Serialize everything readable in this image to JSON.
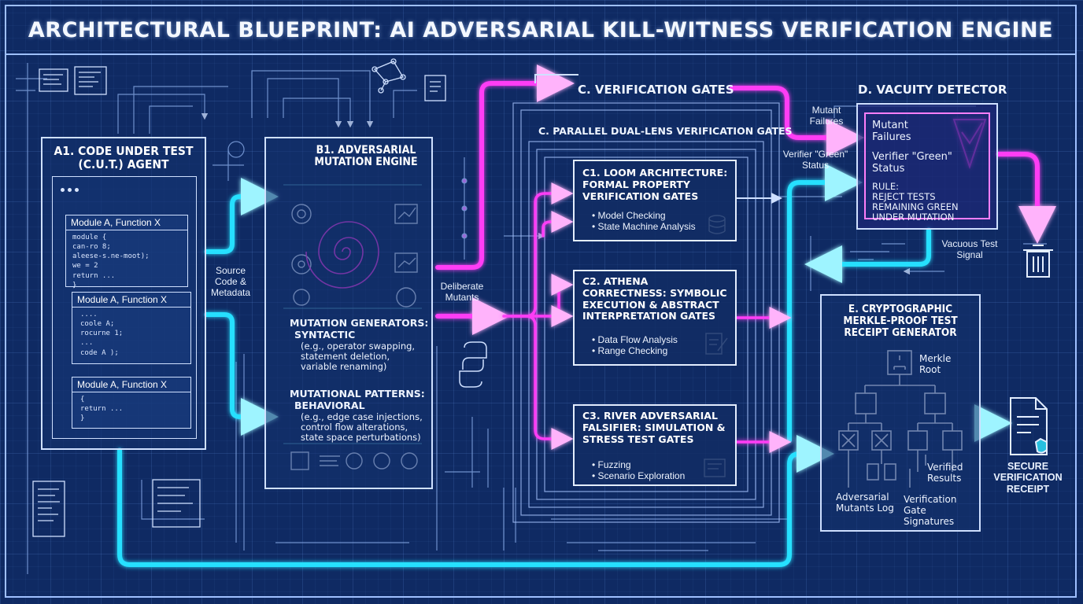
{
  "title": "ARCHITECTURAL BLUEPRINT: AI ADVERSARIAL KILL-WITNESS VERIFICATION ENGINE",
  "colors": {
    "cyan": "#28e0ff",
    "magenta": "#ff3df5",
    "line": "#cfe0ff",
    "background": "#0f2a63"
  },
  "cut_agent": {
    "title": "A1. CODE UNDER TEST (C.U.T.) AGENT",
    "modules": [
      {
        "header": "Module A, Function X",
        "code": [
          "module {",
          "  can-ro 8;",
          "  aleese-s.ne-moot);",
          "  we = 2",
          "  return ...",
          "}"
        ]
      },
      {
        "header": "Module A, Function X",
        "code": [
          "....",
          "  coole A;",
          "  rocurne 1;",
          "  ...",
          "  code A );"
        ]
      },
      {
        "header": "Module A, Function X",
        "code": [
          "{",
          "  return ...",
          "}"
        ]
      }
    ]
  },
  "source_label": "Source Code & Metadata",
  "mutation_engine": {
    "title": "B1. ADVERSARIAL MUTATION ENGINE",
    "generators_title": "MUTATION GENERATORS:",
    "generators_subtitle": "SYNTACTIC",
    "generators_text": "(e.g., operator swapping, statement deletion, variable renaming)",
    "patterns_title": "MUTATIONAL PATTERNS:",
    "patterns_subtitle": "BEHAVIORAL",
    "patterns_text": "(e.g., edge case injections, control flow alterations, state space perturbations)"
  },
  "deliberate_mutants_label": "Deliberate Mutants",
  "verification_gates": {
    "title": "C. VERIFICATION GATES",
    "inner_title": "C. PARALLEL DUAL-LENS VERIFICATION GATES",
    "gates": [
      {
        "title": "C1. LOOM ARCHITECTURE: FORMAL PROPERTY VERIFICATION GATES",
        "bullets": [
          "Model Checking",
          "State Machine Analysis"
        ],
        "icon": "database-icon"
      },
      {
        "title": "C2. ATHENA CORRECTNESS: SYMBOLIC EXECUTION & ABSTRACT INTERPRETATION GATES",
        "bullets": [
          "Data Flow Analysis",
          "Range Checking"
        ],
        "icon": "document-edit-icon"
      },
      {
        "title": "C3. RIVER ADVERSARIAL FALSIFIER: SIMULATION & STRESS TEST GATES",
        "bullets": [
          "Fuzzing",
          "Scenario Exploration"
        ],
        "icon": "monitor-icon"
      }
    ]
  },
  "mutant_failures_label": "Mutant Failures",
  "verifier_green_label": "Verifier \"Green\" Status",
  "vacuity": {
    "title": "D. VACUITY DETECTOR",
    "mutant_failures": "Mutant Failures",
    "verifier_green": "Verifier \"Green\" Status",
    "rule_title": "RULE:",
    "rule_text": "REJECT TESTS REMAINING GREEN UNDER MUTATION"
  },
  "vacuous_label": "Vacuous Test Signal",
  "merkle": {
    "title": "E. CRYPTOGRAPHIC MERKLE-PROOF TEST RECEIPT GENERATOR",
    "root": "Merkle Root",
    "adversarial_log": "Adversarial Mutants Log",
    "verified_results": "Verified Results",
    "gate_signatures": "Verification Gate Signatures"
  },
  "receipt_label": "SECURE VERIFICATION RECEIPT"
}
